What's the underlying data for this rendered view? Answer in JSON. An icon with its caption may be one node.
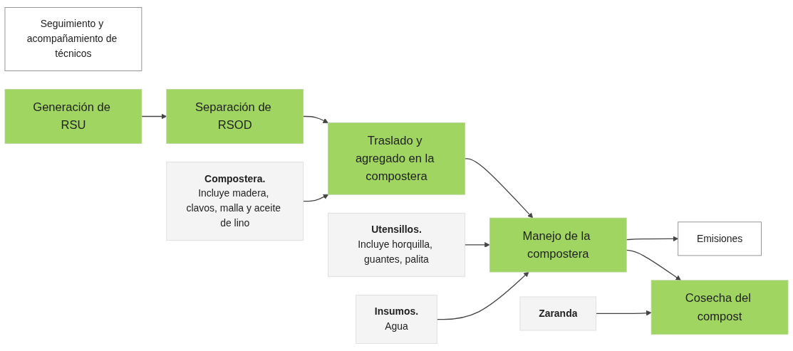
{
  "diagram": {
    "nodes": [
      {
        "text": [
          "Seguimiento y acompañamiento de técnicos"
        ]
      },
      {
        "text": [
          "Emisiones"
        ]
      },
      {
        "text": [
          "Generación de RSU"
        ]
      },
      {
        "text": [
          "Separación de RSOD"
        ]
      },
      {
        "text": [
          "Traslado y agregado en la compostera"
        ]
      },
      {
        "text": [
          "Manejo de la compostera"
        ]
      },
      {
        "text": [
          "Cosecha del compost"
        ]
      },
      {
        "text": [
          "Compostera.",
          "Incluye madera, clavos, malla y aceite de lino"
        ]
      },
      {
        "text": [
          "Utensillos.",
          "Incluye horquilla, guantes, palita"
        ]
      },
      {
        "text": [
          "Insumos.",
          "Agua"
        ]
      },
      {
        "text": [
          "Zaranda"
        ]
      }
    ],
    "edges": [
      {
        "from": 2,
        "to": 3,
        "arrow": "to"
      },
      {
        "from": 3,
        "to": 4,
        "arrow": "to"
      },
      {
        "from": 4,
        "to": 5,
        "arrow": "to"
      },
      {
        "from": 5,
        "to": 6,
        "arrow": "to"
      },
      {
        "from": 5,
        "to": 1,
        "arrow": "to"
      },
      {
        "from": 7,
        "to": 4,
        "arrow": "to"
      },
      {
        "from": 8,
        "to": 5,
        "arrow": "to"
      },
      {
        "from": 9,
        "to": 5,
        "arrow": "to"
      },
      {
        "from": 10,
        "to": 6,
        "arrow": "to"
      }
    ]
  }
}
